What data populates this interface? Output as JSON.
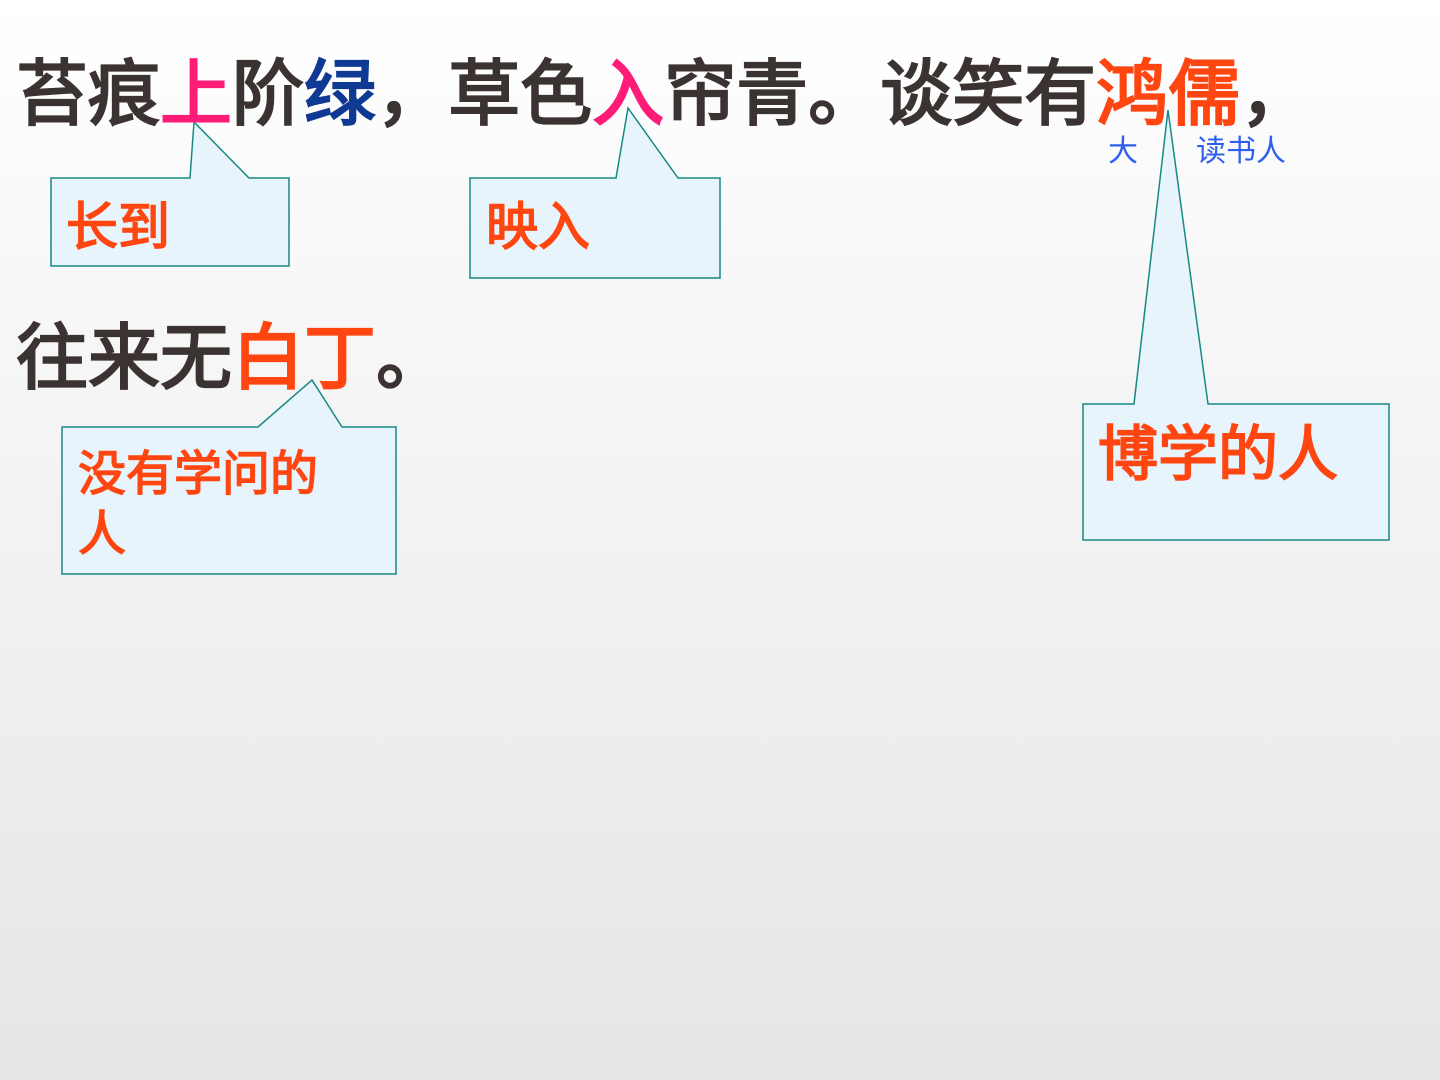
{
  "poem": {
    "line1": {
      "s1": "苔痕",
      "s2": "上",
      "s3": "阶",
      "s4": "绿",
      "s5": "，草色",
      "s6": "入",
      "s7": "帘青。谈笑有",
      "s8": "鸿儒",
      "s9": "，"
    },
    "line2": {
      "s1": "往来无",
      "s2": "白丁",
      "s3": "。"
    }
  },
  "notes": {
    "shang": "长到",
    "ru": "映入",
    "baiding_1": "没有学问的",
    "baiding_2": "人",
    "hongru": "博学的人"
  },
  "glosses": {
    "hong": "大",
    "ru": "读书人"
  },
  "colors": {
    "text": "#3a3331",
    "pink": "#ff1c79",
    "blue": "#0f3a93",
    "orange_red": "#ff4510",
    "gloss_blue": "#2d5ff0",
    "callout_fill": "#e8f4fc",
    "callout_border": "#178a84"
  }
}
